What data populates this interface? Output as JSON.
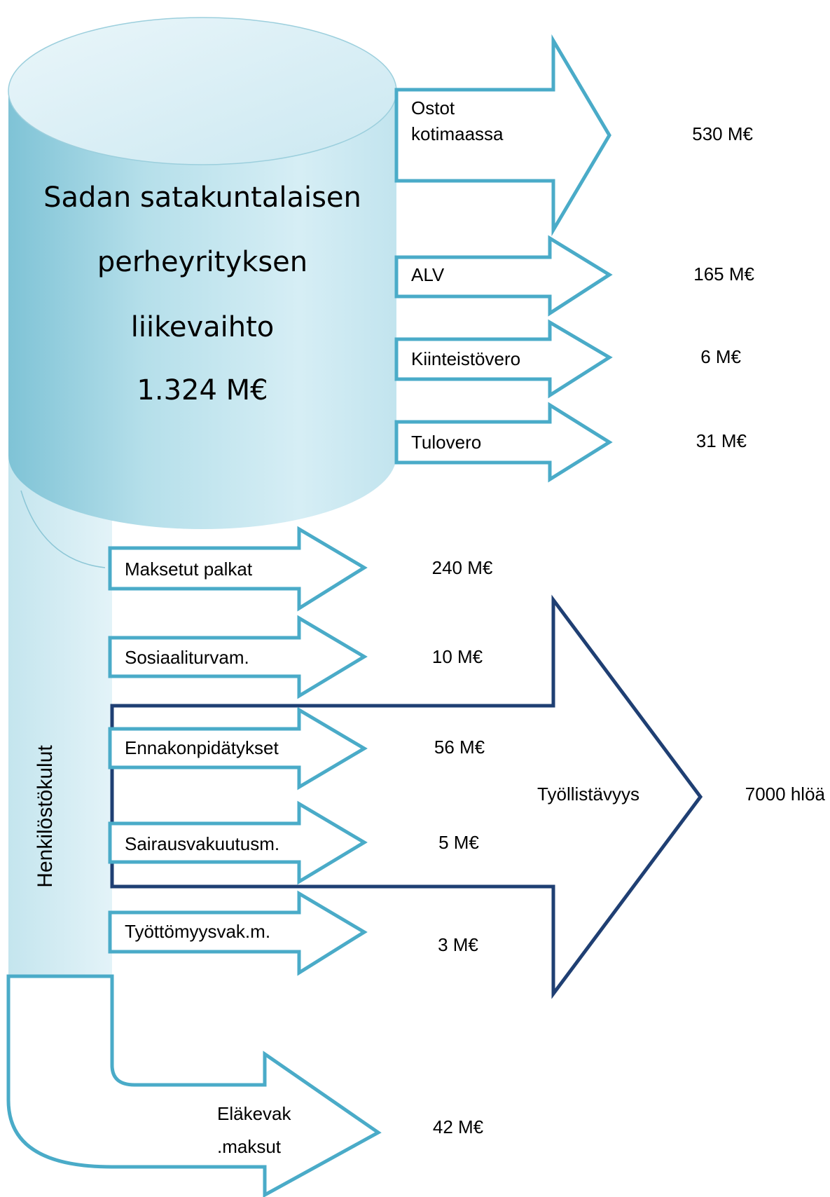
{
  "title": {
    "line1": "Sadan satakuntalaisen",
    "line2": "perheyrityksen",
    "line3": "liikevaihto",
    "line4": "1.324 M€"
  },
  "vertical_label": "Henkilöstökulut",
  "upper_flows": [
    {
      "label_line1": "Ostot",
      "label_line2": "kotimaassa",
      "value": "530 M€"
    },
    {
      "label": "ALV",
      "value": "165 M€"
    },
    {
      "label": "Kiinteistövero",
      "value": "6 M€"
    },
    {
      "label": "Tulovero",
      "value": "31 M€"
    }
  ],
  "personnel_flows": [
    {
      "label": "Maksetut palkat",
      "value": "240 M€"
    },
    {
      "label": "Sosiaaliturvam.",
      "value": "10 M€"
    },
    {
      "label": "Ennakonpidätykset",
      "value": "56 M€"
    },
    {
      "label": "Sairausvakuutusm.",
      "value": "5 M€"
    },
    {
      "label": "Työttömyysvak.m.",
      "value": "3 M€"
    }
  ],
  "employment": {
    "label": "Työllistävyys",
    "value": "7000 hlöä"
  },
  "pension": {
    "label_line1": "Eläkevak",
    "label_line2": ".maksut",
    "value": "42 M€"
  },
  "colors": {
    "light_arrow": "#4aabc8",
    "dark_arrow": "#1f3f73",
    "cylinder": "#a9d8e6"
  }
}
